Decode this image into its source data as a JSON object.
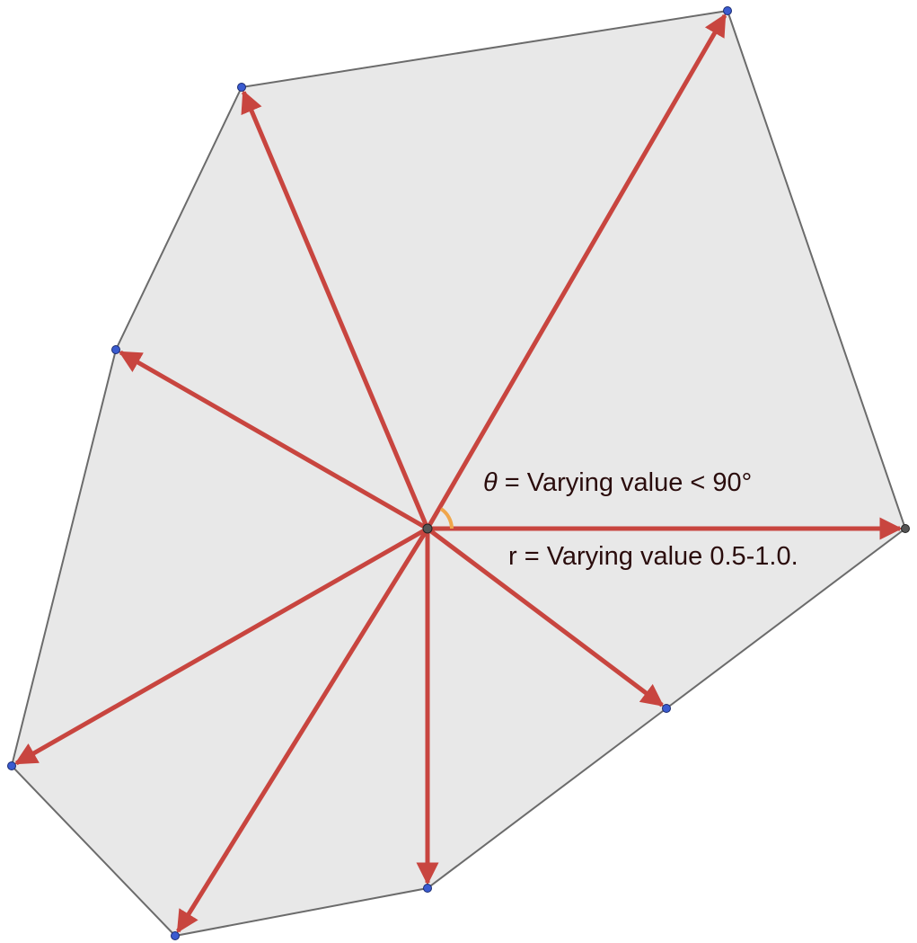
{
  "diagram": {
    "labels": {
      "theta_symbol": "θ",
      "theta_text": " = Varying value < 90°",
      "radius_text": "r = Varying value 0.5-1.0."
    },
    "colors": {
      "polygon_fill": "#e8e8e8",
      "polygon_stroke": "#6b6b6b",
      "vector": "#c8453f",
      "vertex": "#3a5bd0",
      "vertex_stroke": "#1a2b70",
      "center": "#555555",
      "angle_arc": "#f0a64a"
    }
  }
}
